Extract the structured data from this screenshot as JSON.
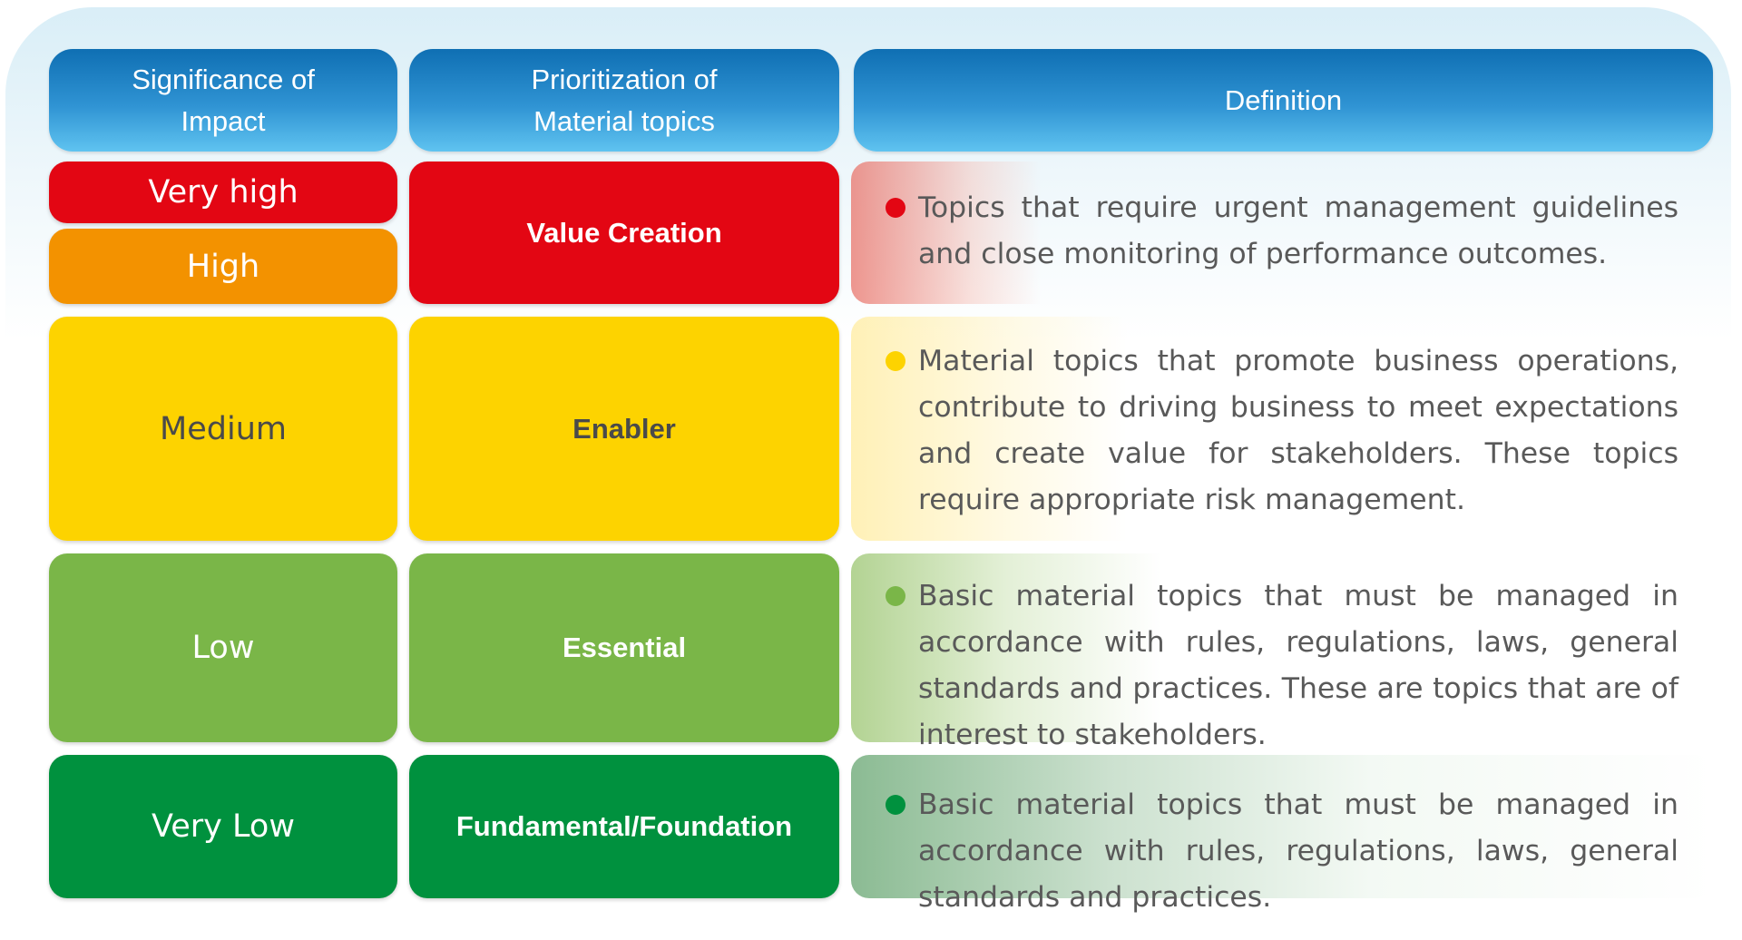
{
  "headers": {
    "impact": [
      "Significance of",
      "Impact"
    ],
    "priority": [
      "Prioritization of",
      "Material topics"
    ],
    "definition": "Definition"
  },
  "impact_levels": {
    "very_high": "Very high",
    "high": "High",
    "medium": "Medium",
    "low": "Low",
    "very_low": "Very Low"
  },
  "priorities": {
    "value_creation": "Value Creation",
    "enabler": "Enabler",
    "essential": "Essential",
    "fundamental": "Fundamental/Foundation"
  },
  "definitions": {
    "value_creation": "Topics that require urgent management guidelines and close monitoring of performance outcomes.",
    "enabler": "Material topics that promote business operations, contribute to driving business to meet expectations and create value for stakeholders. These topics require appropriate risk management.",
    "essential": "Basic material topics that must be managed in accordance with rules, regulations, laws, general standards and practices. These are topics that are of interest to stakeholders.",
    "fundamental": "Basic material topics that must be managed in accordance with rules, regulations, laws, general standards and practices."
  },
  "colors": {
    "header": "#2f93d3",
    "very_high": "#e30613",
    "high": "#f39200",
    "medium": "#fdd300",
    "low": "#7ab648",
    "very_low": "#00913e"
  }
}
